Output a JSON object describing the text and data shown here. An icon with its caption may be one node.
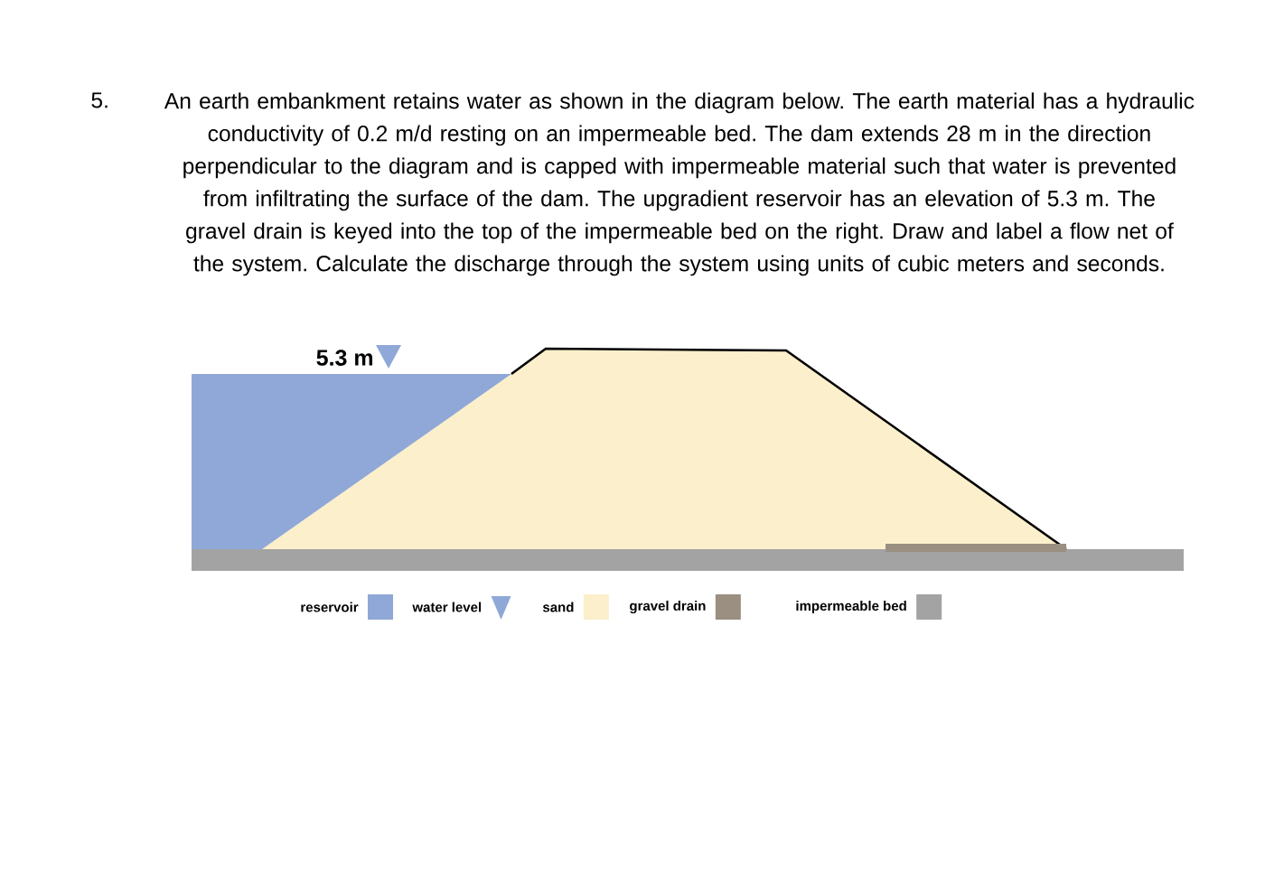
{
  "diagram": {
    "labels": [
      "5.",
      "An earth embankment retains water as shown in the diagram below. The earth material has a hydraulic conductivity of 0.2 m/d resting on an impermeable bed. The dam extends 28 m in the direction perpendicular to the diagram and is capped with impermeable material such that water is prevented from infiltrating the surface of the dam. The upgradient reservoir has an elevation of 5.3 m. The gravel drain is keyed into the top of the impermeable bed on the right. Draw and label a flow net of the system. Calculate the discharge through the system using units of cubic meters and seconds.",
      "5.3 m"
    ],
    "legend": [
      {
        "text": "reservoir",
        "color": "#8fa8d8"
      },
      {
        "text": "water level"
      },
      {
        "text": "sand",
        "color": "#fcefcb"
      },
      {
        "text": "gravel drain",
        "color": "#9a8f80"
      },
      {
        "text": "impermeable bed",
        "color": "#a3a3a3"
      }
    ]
  }
}
